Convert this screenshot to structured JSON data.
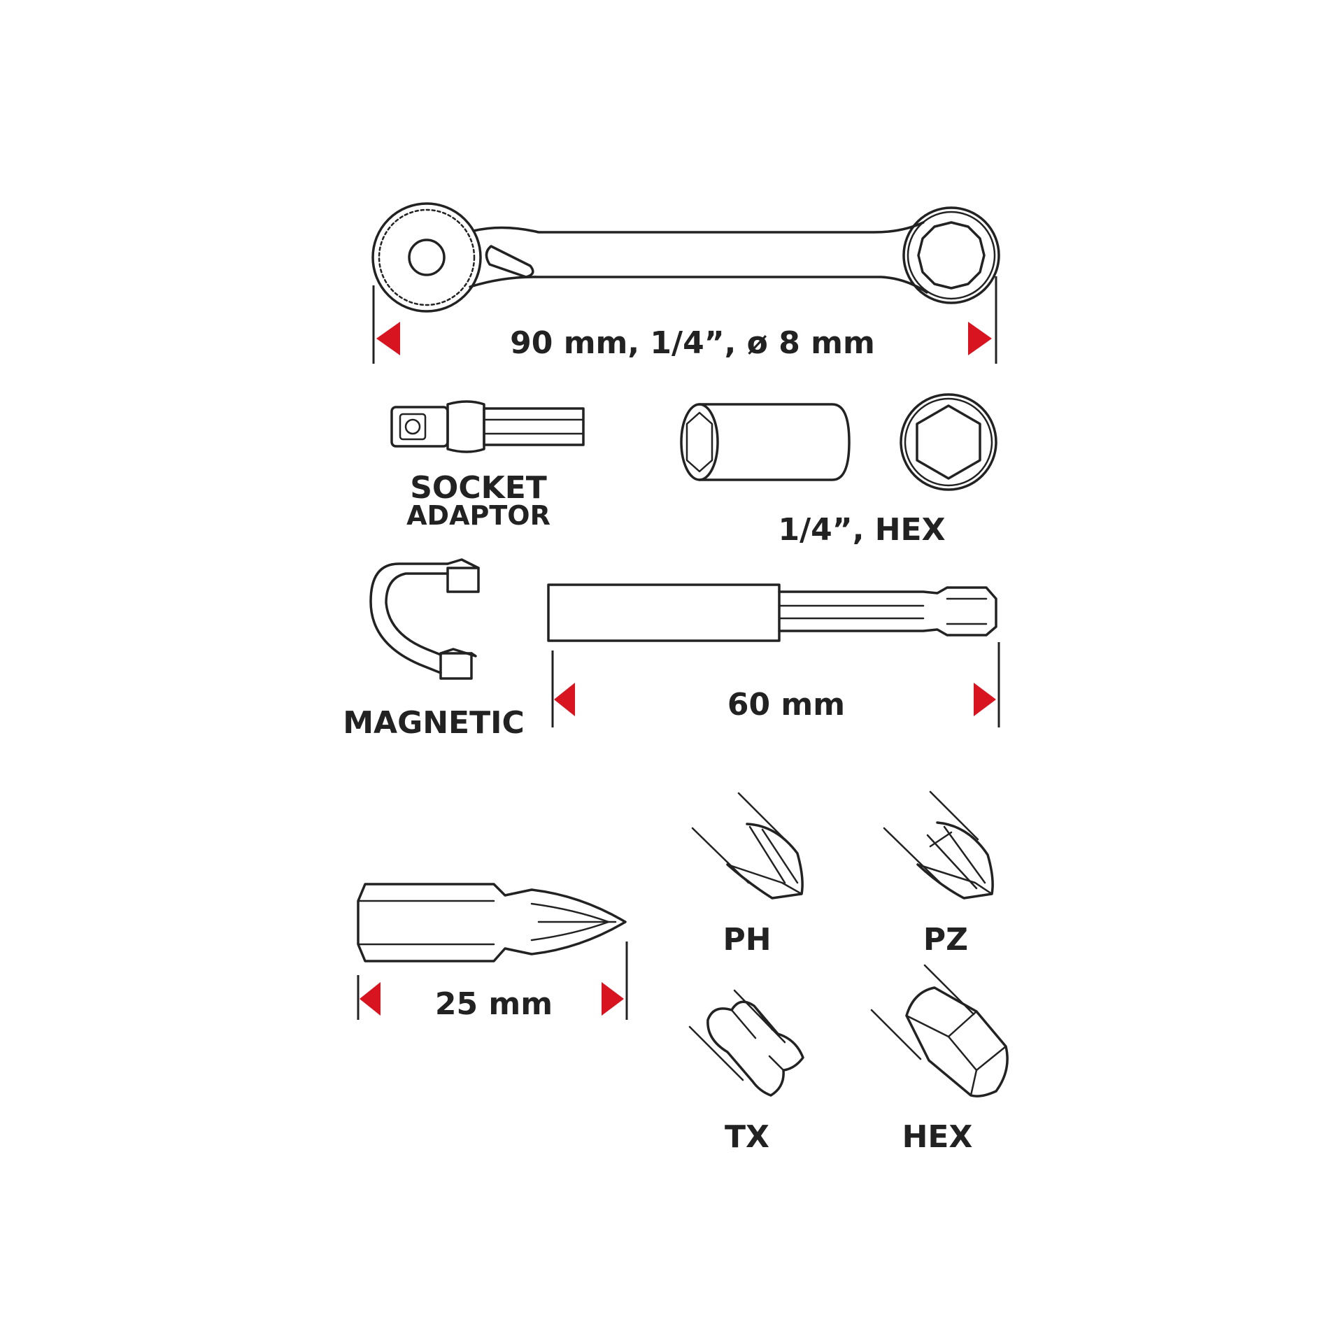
{
  "accent_color": "#d7141f",
  "line_color": "#222222",
  "ratchet": {
    "dimension_label": "90 mm, 1/4”, ø 8 mm"
  },
  "socket_adaptor": {
    "label_line1": "SOCKET",
    "label_line2": "ADAPTOR"
  },
  "socket": {
    "label": "1/4”, HEX"
  },
  "magnetic_holder": {
    "label": "MAGNETIC"
  },
  "bit_holder": {
    "dimension_label": "60 mm"
  },
  "bit": {
    "dimension_label": "25 mm"
  },
  "bit_types": [
    {
      "label": "PH",
      "icon": "phillips-tip-icon"
    },
    {
      "label": "PZ",
      "icon": "pozidriv-tip-icon"
    },
    {
      "label": "TX",
      "icon": "torx-tip-icon"
    },
    {
      "label": "HEX",
      "icon": "hex-tip-icon"
    }
  ]
}
